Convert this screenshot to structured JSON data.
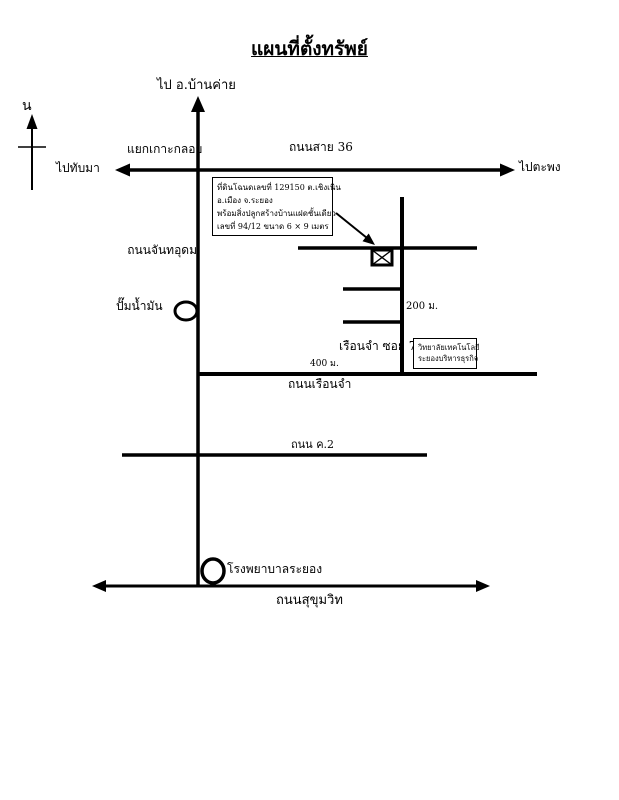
{
  "title": "แผนที่ตั้งทรัพย์",
  "compass": {
    "north": "น"
  },
  "top": {
    "to_ban_khai": "ไป อ.บ้านค่าย"
  },
  "road36": {
    "junction": "แยกเกาะกลอย",
    "name": "ถนนสาย 36",
    "west": "ไปทับมา",
    "east": "ไปตะพง"
  },
  "property_box": {
    "line1": "ที่ดินโฉนดเลขที่ 129150 ต.เชิงเนิน",
    "line2": "อ.เมือง จ.ระยอง",
    "line3": "พร้อมสิ่งปลูกสร้างบ้านแฝดชั้นเดียว",
    "line4": "เลขที่ 94/12 ขนาด 6 × 9 เมตร"
  },
  "mid": {
    "chanthudom_road": "ถนนจันทอุดม",
    "gas_station": "ปั๊มน้ำมัน",
    "distance_200m": "200 ม.",
    "prison_soi7": "เรือนจำ ซอย 7",
    "distance_400m": "400 ม.",
    "ruenjam_road": "ถนนเรือนจำ"
  },
  "college_box": {
    "line1": "วิทยาลัยเทคโนโลยี",
    "line2": "ระยองบริหารธุรกิจ"
  },
  "south": {
    "road_k2": "ถนน ค.2",
    "hospital": "โรงพยาบาลระยอง",
    "sukhumvit_road": "ถนนสุขุมวิท"
  },
  "colors": {
    "ink": "#000000",
    "paper": "#ffffff"
  }
}
